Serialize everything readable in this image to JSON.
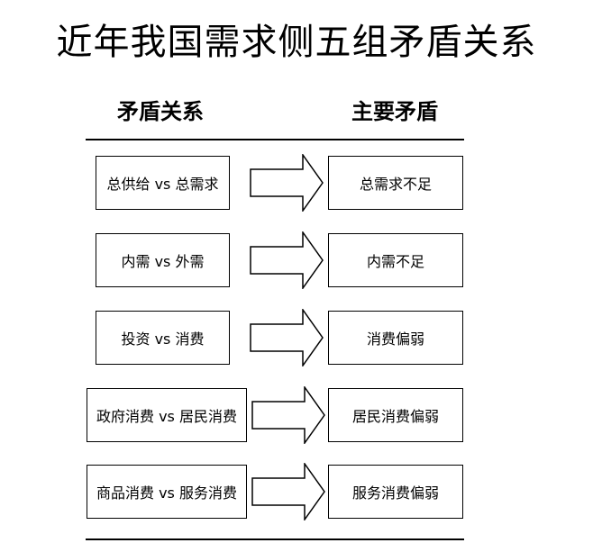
{
  "title": "近年我国需求侧五组矛盾关系",
  "headers": {
    "left": "矛盾关系",
    "right": "主要矛盾"
  },
  "rows": [
    {
      "contradiction": "总供给 vs 总需求",
      "main": "总需求不足"
    },
    {
      "contradiction": "内需 vs 外需",
      "main": "内需不足"
    },
    {
      "contradiction": "投资 vs 消费",
      "main": "消费偏弱"
    },
    {
      "contradiction": "政府消费 vs 居民消费",
      "main": "居民消费偏弱"
    },
    {
      "contradiction": "商品消费 vs 服务消费",
      "main": "服务消费偏弱"
    }
  ]
}
